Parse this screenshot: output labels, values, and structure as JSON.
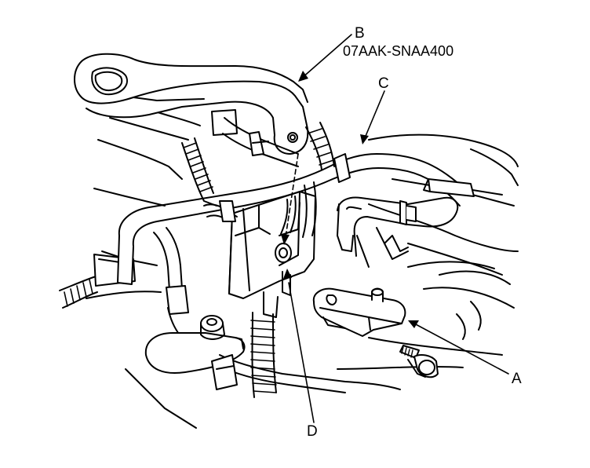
{
  "callouts": {
    "a": "A",
    "b": "B",
    "b_part_number": "07AAK-SNAA400",
    "c": "C",
    "d": "D"
  },
  "colors": {
    "line": "#000000",
    "background": "#ffffff",
    "shade": "#e8e8e8"
  }
}
